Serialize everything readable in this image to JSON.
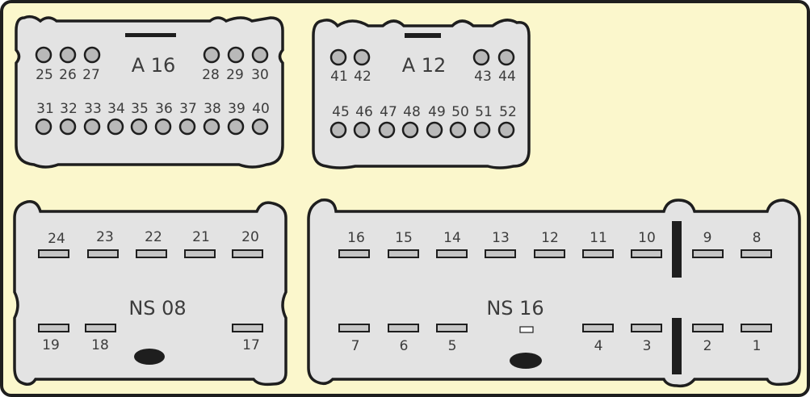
{
  "background_color": "#fbf7cc",
  "shell_color": "#e3e3e3",
  "pin_color": "#b9b9b9",
  "connectors": [
    {
      "id": "a16",
      "name": "A 16",
      "top_row": [
        "25",
        "26",
        "27",
        "28",
        "29",
        "30"
      ],
      "bottom_row": [
        "31",
        "32",
        "33",
        "34",
        "35",
        "36",
        "37",
        "38",
        "39",
        "40"
      ]
    },
    {
      "id": "a12",
      "name": "A 12",
      "top_row": [
        "41",
        "42",
        "43",
        "44"
      ],
      "bottom_row": [
        "45",
        "46",
        "47",
        "48",
        "49",
        "50",
        "51",
        "52"
      ]
    },
    {
      "id": "ns08",
      "name": "NS 08",
      "top_row": [
        "24",
        "23",
        "22",
        "21",
        "20"
      ],
      "bottom_row": [
        "19",
        "18",
        "17"
      ]
    },
    {
      "id": "ns16",
      "name": "NS 16",
      "top_row": [
        "16",
        "15",
        "14",
        "13",
        "12",
        "11",
        "10",
        "9",
        "8"
      ],
      "bottom_row": [
        "7",
        "6",
        "5",
        "4",
        "3",
        "2",
        "1"
      ]
    }
  ]
}
